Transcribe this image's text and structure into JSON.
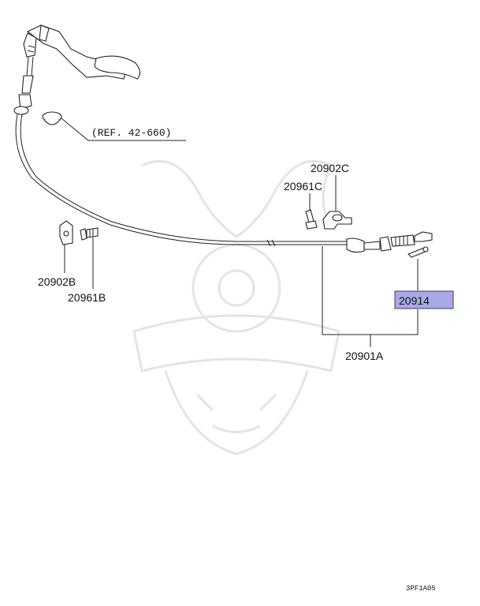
{
  "parts": {
    "ref": "(REF. 42-660)",
    "p20902c": "20902C",
    "p20961c": "20961C",
    "p20902b": "20902B",
    "p20961b": "20961B",
    "p20914": "20914",
    "p20901a": "20901A"
  },
  "highlight_color": "#a9a9e6",
  "diagram_code": "3PF1A05"
}
